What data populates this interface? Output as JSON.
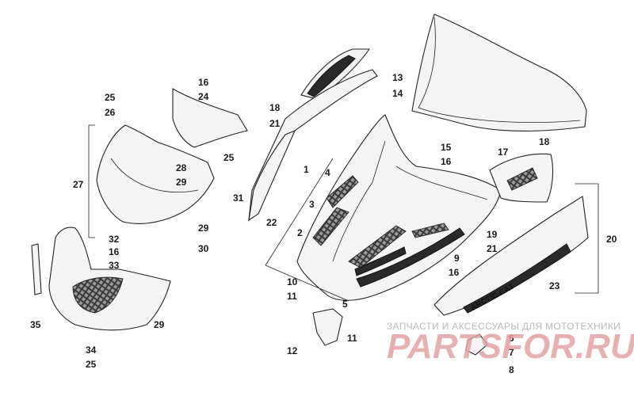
{
  "callouts": {
    "c1": "1",
    "c2": "2",
    "c3": "3",
    "c4": "4",
    "c5": "5",
    "c6": "6",
    "c7": "7",
    "c8": "8",
    "c9": "9",
    "c10": "10",
    "c11a": "11",
    "c11b": "11",
    "c12": "12",
    "c13": "13",
    "c14": "14",
    "c15": "15",
    "c16a": "16",
    "c16b": "16",
    "c16c": "16",
    "c16d": "16",
    "c17": "17",
    "c18a": "18",
    "c18b": "18",
    "c19": "19",
    "c20": "20",
    "c21a": "21",
    "c21b": "21",
    "c22": "22",
    "c23": "23",
    "c24": "24",
    "c25a": "25",
    "c25b": "25",
    "c25c": "25",
    "c26": "26",
    "c27": "27",
    "c28": "28",
    "c29a": "29",
    "c29b": "29",
    "c29c": "29",
    "c30": "30",
    "c31": "31",
    "c32": "32",
    "c33": "33",
    "c34": "34",
    "c35": "35"
  },
  "decal": {
    "brand": "ARCTIC CAT"
  },
  "watermark": {
    "tagline": "ЗАПЧАСТИ И АКСЕССУАРЫ ДЛЯ МОТОТЕХНИКИ",
    "site": "PARTSFOR.RU"
  },
  "colors": {
    "ink": "#1a1a1a",
    "watermark": "#e3a3a3",
    "watermark_sub": "#b9b9b9"
  }
}
